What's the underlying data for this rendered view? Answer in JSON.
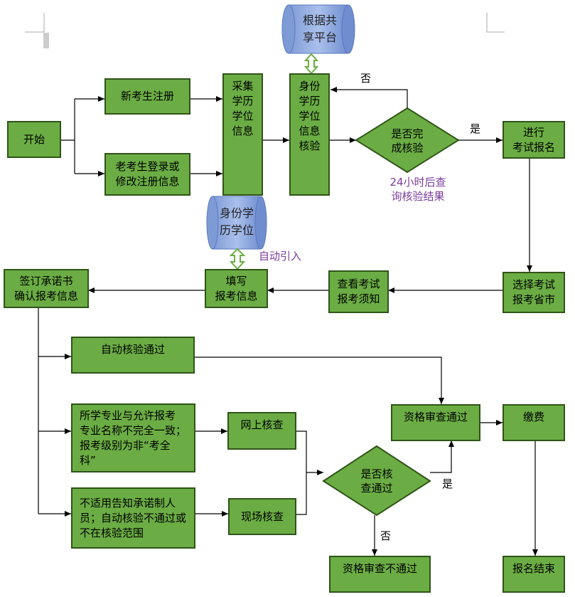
{
  "nodes": {
    "start": "开始",
    "new_candidate": "新考生注册",
    "old_candidate": "老考生登录或\n修改注册信息",
    "collect_info": "采集\n学历\n学位\n信息",
    "verify_identity": "身份\n学历\n学位\n信息\n核验",
    "shared_platform": "根据共\n享平台",
    "identity_degree": "身份学\n历学位",
    "verify_decision": "是否完\n成核验",
    "exam_register": "进行\n考试报名",
    "select_province": "选择考试\n报考省市",
    "read_notice": "查看考试\n报考须知",
    "fill_info": "填写\n报考信息",
    "sign_confirm": "签订承诺书\n确认报考信息",
    "auto_pass": "自动核验通过",
    "major_mismatch": "所学专业与允许报考\n专业名称不完全一致；\n报考级别为非“考全\n科”",
    "not_applicable": "不适用告知承诺制人\n员；自动核验不通过或\n不在核验范围",
    "online_check": "网上核查",
    "onsite_check": "现场核查",
    "check_decision": "是否核\n查通过",
    "qualification_pass": "资格审查通过",
    "qualification_fail": "资格审查不通过",
    "payment": "缴费",
    "end": "报名结束"
  },
  "labels": {
    "no_1": "否",
    "yes_1": "是",
    "query_24h": "24小时后查\n询核验结果",
    "auto_import": "自动引入",
    "yes_2": "是",
    "no_2": "否"
  },
  "colors": {
    "box_fill": "#6bad44",
    "box_border": "#2f5417",
    "cylinder_fill": "#8fa9dc",
    "note_purple": "#7a3b9a"
  }
}
